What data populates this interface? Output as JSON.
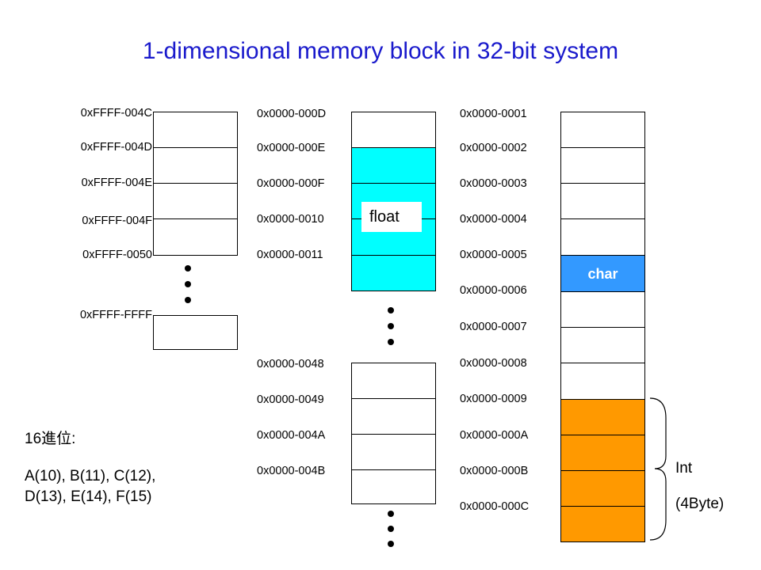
{
  "title": "1-dimensional memory block in 32-bit system",
  "left_column": {
    "addresses": [
      "0xFFFF-004C",
      "0xFFFF-004D",
      "0xFFFF-004E",
      "0xFFFF-004F",
      "0xFFFF-0050"
    ],
    "last_address": "0xFFFF-FFFF"
  },
  "middle_column": {
    "top_addresses": [
      "0x0000-000D",
      "0x0000-000E",
      "0x0000-000F",
      "0x0000-0010",
      "0x0000-0011"
    ],
    "bottom_addresses": [
      "0x0000-0048",
      "0x0000-0049",
      "0x0000-004A",
      "0x0000-004B"
    ],
    "type_label": "float"
  },
  "right_column": {
    "addresses": [
      "0x0000-0001",
      "0x0000-0002",
      "0x0000-0003",
      "0x0000-0004",
      "0x0000-0005",
      "0x0000-0006",
      "0x0000-0007",
      "0x0000-0008",
      "0x0000-0009",
      "0x0000-000A",
      "0x0000-000B",
      "0x0000-000C"
    ],
    "char_label": "char"
  },
  "int_brace": {
    "line1": "Int",
    "line2": "(4Byte)"
  },
  "hex_note": {
    "heading": "16進位:",
    "line1": "A(10), B(11), C(12),",
    "line2": "D(13), E(14), F(15)"
  },
  "colors": {
    "title": "#1a1acc",
    "float": "#00ffff",
    "char": "#3399ff",
    "int": "#ff9900"
  }
}
